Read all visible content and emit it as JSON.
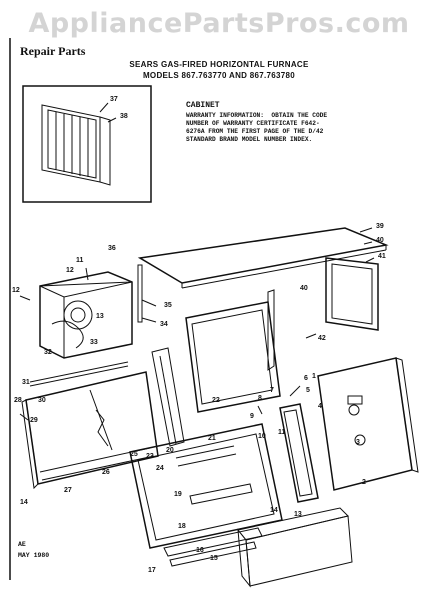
{
  "watermark": "AppliancePartsPros.com",
  "page_title": "Repair Parts",
  "heading_line1": "SEARS GAS-FIRED HORIZONTAL FURNACE",
  "heading_line2": "MODELS 867.763770 AND 867.763780",
  "section_title": "CABINET",
  "warranty_text": "WARRANTY INFORMATION:  OBTAIN THE CODE\nNUMBER OF WARRANTY CERTIFICATE F642-\n6276A FROM THE FIRST PAGE OF THE D/42\nSTANDARD BRAND MODEL NUMBER INDEX.",
  "footer_code": "AE",
  "footer_date": "MAY 1980",
  "part_numbers": [
    "37",
    "38",
    "39",
    "40",
    "41",
    "36",
    "35",
    "34",
    "12",
    "11",
    "13",
    "32",
    "33",
    "31",
    "30",
    "29",
    "28",
    "27",
    "26",
    "25",
    "23",
    "22",
    "21",
    "20",
    "19",
    "18",
    "17",
    "16",
    "15",
    "14",
    "10",
    "9",
    "8",
    "7",
    "6",
    "5",
    "4",
    "3",
    "2",
    "1",
    "42",
    "24"
  ]
}
